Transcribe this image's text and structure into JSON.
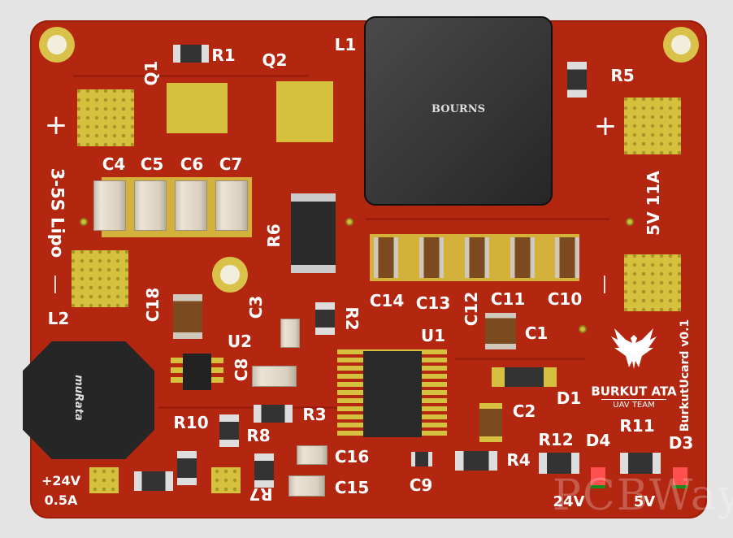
{
  "board": {
    "labels": {
      "R1": "R1",
      "Q1": "Q1",
      "Q2": "Q2",
      "L1": "L1",
      "R5": "R5",
      "C4": "C4",
      "C5": "C5",
      "C6": "C6",
      "C7": "C7",
      "R6": "R6",
      "C3": "C3",
      "C18": "C18",
      "L2": "L2",
      "U2": "U2",
      "C8": "C8",
      "R2": "R2",
      "U1": "U1",
      "C14": "C14",
      "C13": "C13",
      "C12": "C12",
      "C11": "C11",
      "C10": "C10",
      "C1": "C1",
      "D1": "D1",
      "C2": "C2",
      "R3": "R3",
      "R10": "R10",
      "R8": "R8",
      "C16": "C16",
      "C15": "C15",
      "C9": "C9",
      "R4": "R4",
      "R12": "R12",
      "D4": "D4",
      "R11": "R11",
      "D3": "D3",
      "R7": "R7"
    },
    "silkscreen": {
      "input_label": "3-5S Lipo",
      "plus": "+",
      "minus": "—",
      "output_label": "5V 11A",
      "in24_1": "+24V",
      "in24_2": "0.5A",
      "led24": "24V",
      "led5": "5V",
      "board_name": "BurkutUcard v0.1",
      "team": "BURKUT ATA",
      "team_sub": "UAV TEAM"
    },
    "l1_brand": "BOURNS",
    "l2_brand": "muRata",
    "watermark": "PCBWay",
    "colors": {
      "board": "#b3260f",
      "pad": "#d6c13f",
      "silk": "#ffffff"
    }
  }
}
